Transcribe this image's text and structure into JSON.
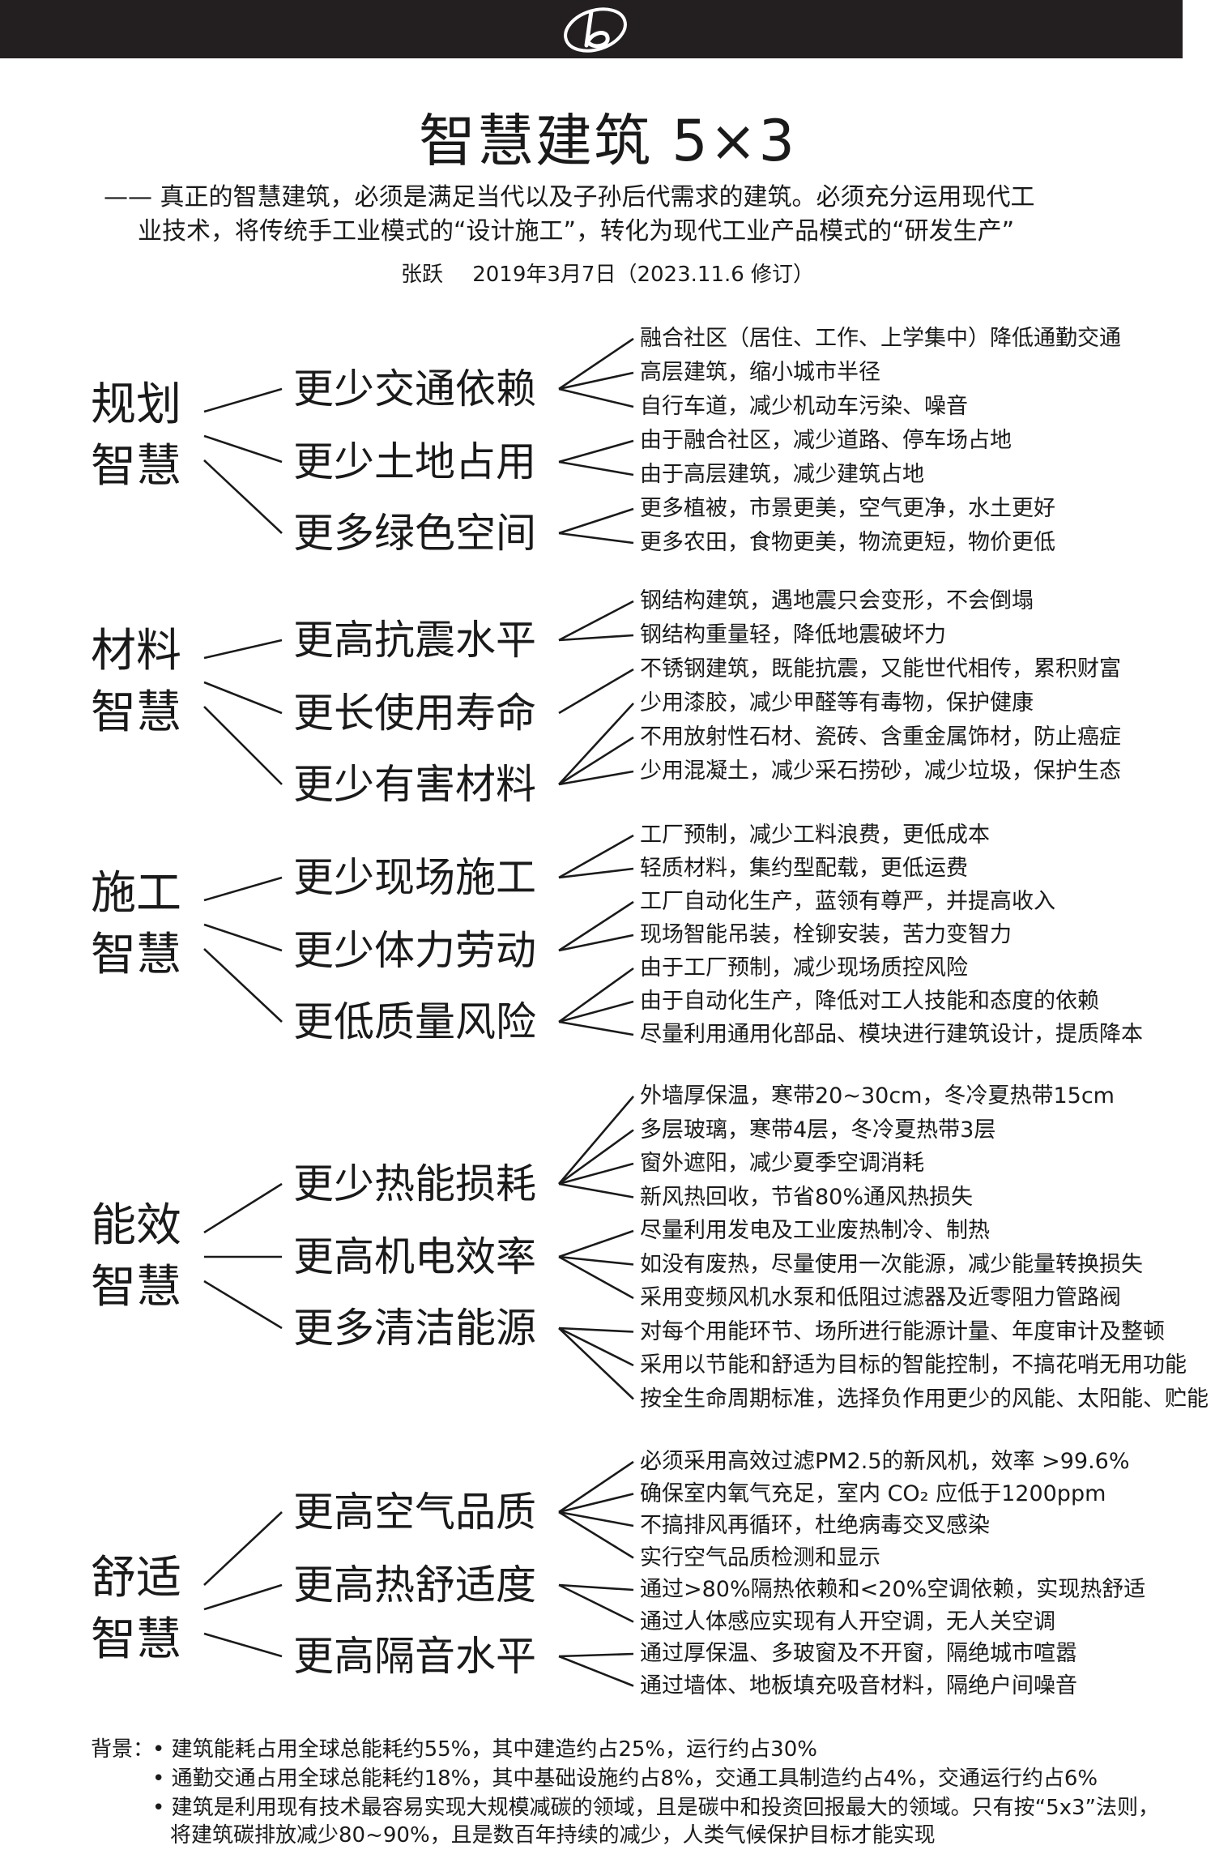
{
  "title": "智慧建筑 5×3",
  "subtitle": {
    "line1": "—— 真正的智慧建筑，必须是满足当代以及子孙后代需求的建筑。必须充分运用现代工",
    "line2": "业技术，将传统手工业模式的“设计施工”，转化为现代工业产品模式的“研发生产”"
  },
  "author": {
    "name": "张跃",
    "date": "2019年3月7日（2023.11.6 修订）"
  },
  "sections": [
    {
      "name": "规划智慧",
      "subs": [
        {
          "title": "更少交通依赖",
          "items": [
            0,
            1,
            2
          ]
        },
        {
          "title": "更少土地占用",
          "items": [
            3,
            4
          ]
        },
        {
          "title": "更多绿色空间",
          "items": [
            5,
            6
          ]
        }
      ],
      "items": [
        "融合社区（居住、工作、上学集中）降低通勤交通",
        "高层建筑，缩小城市半径",
        "自行车道，减少机动车污染、噪音",
        "由于融合社区，减少道路、停车场占地",
        "由于高层建筑，减少建筑占地",
        "更多植被，市景更美，空气更净，水土更好",
        "更多农田，食物更美，物流更短，物价更低"
      ]
    },
    {
      "name": "材料智慧",
      "subs": [
        {
          "title": "更高抗震水平",
          "items": [
            0,
            1
          ]
        },
        {
          "title": "更长使用寿命",
          "items": [
            2
          ]
        },
        {
          "title": "更少有害材料",
          "items": [
            3,
            4,
            5
          ]
        }
      ],
      "items": [
        "钢结构建筑，遇地震只会变形，不会倒塌",
        "钢结构重量轻，降低地震破坏力",
        "不锈钢建筑，既能抗震，又能世代相传，累积财富",
        "少用漆胶，减少甲醛等有毒物，保护健康",
        "不用放射性石材、瓷砖、含重金属饰材，防止癌症",
        "少用混凝土，减少采石捞砂，减少垃圾，保护生态"
      ]
    },
    {
      "name": "施工智慧",
      "subs": [
        {
          "title": "更少现场施工",
          "items": [
            0,
            1
          ]
        },
        {
          "title": "更少体力劳动",
          "items": [
            2,
            3
          ]
        },
        {
          "title": "更低质量风险",
          "items": [
            4,
            5,
            6
          ]
        }
      ],
      "items": [
        "工厂预制，减少工料浪费，更低成本",
        "轻质材料，集约型配载，更低运费",
        "工厂自动化生产，蓝领有尊严，并提高收入",
        "现场智能吊装，栓铆安装，苦力变智力",
        "由于工厂预制，减少现场质控风险",
        "由于自动化生产，降低对工人技能和态度的依赖",
        "尽量利用通用化部品、模块进行建筑设计，提质降本"
      ]
    },
    {
      "name": "能效智慧",
      "subs": [
        {
          "title": "更少热能损耗",
          "items": [
            0,
            1,
            2,
            3
          ]
        },
        {
          "title": "更高机电效率",
          "items": [
            4,
            5,
            6
          ]
        },
        {
          "title": "更多清洁能源",
          "items": [
            7,
            8,
            9
          ]
        }
      ],
      "items": [
        "外墙厚保温，寒带20~30cm，冬冷夏热带15cm",
        "多层玻璃，寒带4层，冬冷夏热带3层",
        "窗外遮阳，减少夏季空调消耗",
        "新风热回收，节省80%通风热损失",
        "尽量利用发电及工业废热制冷、制热",
        "如没有废热，尽量使用一次能源，减少能量转换损失",
        "采用变频风机水泵和低阻过滤器及近零阻力管路阀",
        "对每个用能环节、场所进行能源计量、年度审计及整顿",
        "采用以节能和舒适为目标的智能控制，不搞花哨无用功能",
        "按全生命周期标准，选择负作用更少的风能、太阳能、贮能"
      ]
    },
    {
      "name": "舒适智慧",
      "subs": [
        {
          "title": "更高空气品质",
          "items": [
            0,
            1,
            2,
            3
          ]
        },
        {
          "title": "更高热舒适度",
          "items": [
            4,
            5
          ]
        },
        {
          "title": "更高隔音水平",
          "items": [
            6,
            7
          ]
        }
      ],
      "items": [
        "必须采用高效过滤PM2.5的新风机，效率 >99.6%",
        "确保室内氧气充足，室内 CO₂ 应低于1200ppm",
        "不搞排风再循环，杜绝病毒交叉感染",
        "实行空气品质检测和显示",
        "通过>80%隔热依赖和<20%空调依赖，实现热舒适",
        "通过人体感应实现有人开空调，无人关空调",
        "通过厚保温、多玻窗及不开窗，隔绝城市喧嚣",
        "通过墙体、地板填充吸音材料，隔绝户间噪音"
      ]
    }
  ],
  "background": {
    "label": "背景：",
    "lines": [
      "• 建筑能耗占用全球总能耗约55%，其中建造约占25%，运行约占30%",
      "• 通勤交通占用全球总能耗约18%，其中基础设施约占8%，交通工具制造约占4%，交通运行约占6%",
      "• 建筑是利用现有技术最容易实现大规模减碳的领域，且是碳中和投资回报最大的领域。只有按“5x3”法则，",
      "将建筑碳排放减少80~90%，且是数百年持续的减少，人类气候保护目标才能实现"
    ]
  }
}
